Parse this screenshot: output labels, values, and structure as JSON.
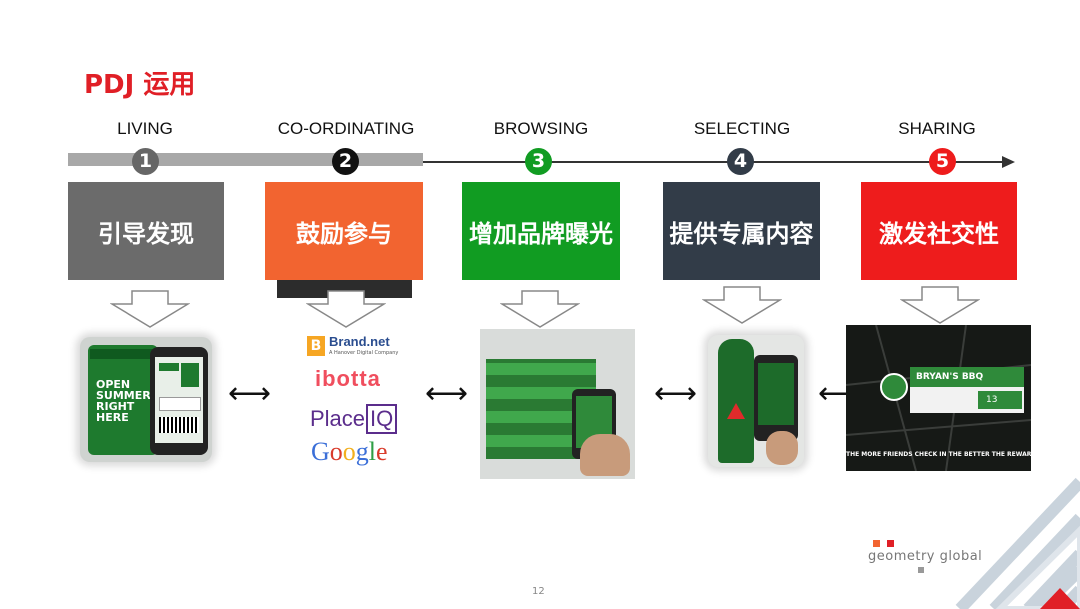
{
  "title": "PDJ 运用",
  "steps": [
    {
      "label": "LIVING",
      "number": "1",
      "box_text": "引导发现",
      "box_color": "#6b6b6b",
      "circle_color": "#666666"
    },
    {
      "label": "CO-ORDINATING",
      "number": "2",
      "box_text": "鼓励参与",
      "box_color": "#f26430",
      "circle_color": "#111111"
    },
    {
      "label": "BROWSING",
      "number": "3",
      "box_text": "增加品牌曝光",
      "box_color": "#119c22",
      "circle_color": "#119c22"
    },
    {
      "label": "SELECTING",
      "number": "4",
      "box_text": "提供专属内容",
      "box_color": "#323c48",
      "circle_color": "#323c48"
    },
    {
      "label": "SHARING",
      "number": "5",
      "box_text": "激发社交性",
      "box_color": "#ee1c1c",
      "circle_color": "#ee1c1c"
    }
  ],
  "photo1": {
    "headline_1": "OPEN",
    "headline_2": "SUMMER",
    "headline_3": "RIGHT",
    "headline_4": "HERE"
  },
  "logos": {
    "brandnet": "Brand.net",
    "brandnet_sub": "A Hanover Digital Company",
    "ibotta": "ibotta",
    "placeiq_place": "Place",
    "placeiq_iq": "IQ",
    "google": [
      "G",
      "o",
      "o",
      "g",
      "l",
      "e"
    ]
  },
  "photo5": {
    "title": "BRYAN'S BBQ",
    "count": "13",
    "caption": "THE MORE FRIENDS CHECK IN THE BETTER THE REWARD"
  },
  "arrows": {
    "double": "⟷",
    "left": "⟵"
  },
  "footer": {
    "brand": "geometry global",
    "page_number": "12"
  },
  "colors": {
    "accent_red": "#e01f26",
    "heineken_green": "#1e7a2e"
  }
}
